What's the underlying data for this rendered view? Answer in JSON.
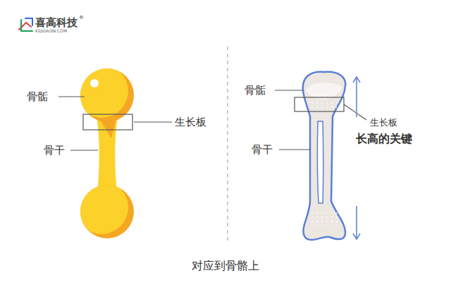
{
  "diagram": {
    "caption": "对应到骨骼上",
    "labels": [
      "喜高科技",
      "®",
      "KIDGROW.COM",
      "骨骺",
      "生长板",
      "骨干",
      "骨骺",
      "生长板",
      "长高的关键",
      "骨干"
    ]
  }
}
